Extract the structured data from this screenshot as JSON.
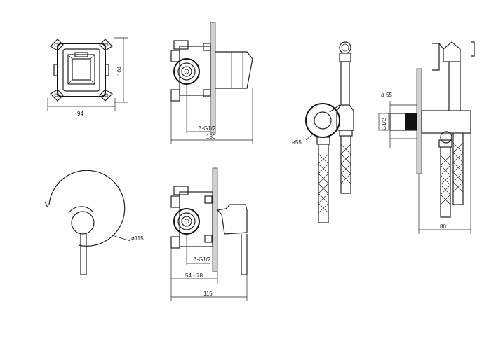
{
  "dimensions": {
    "box_width": "94",
    "box_height": "104",
    "thread_top": "3-G1/2",
    "depth_top": "130",
    "plate_diameter": "ø115",
    "thread_bottom": "3-G1/2",
    "adjust_range": "54 - 78",
    "depth_bottom": "115",
    "holder_diameter": "ø55",
    "outlet_diameter": "ø 55",
    "outlet_thread": "G1/2",
    "projection": "80"
  }
}
